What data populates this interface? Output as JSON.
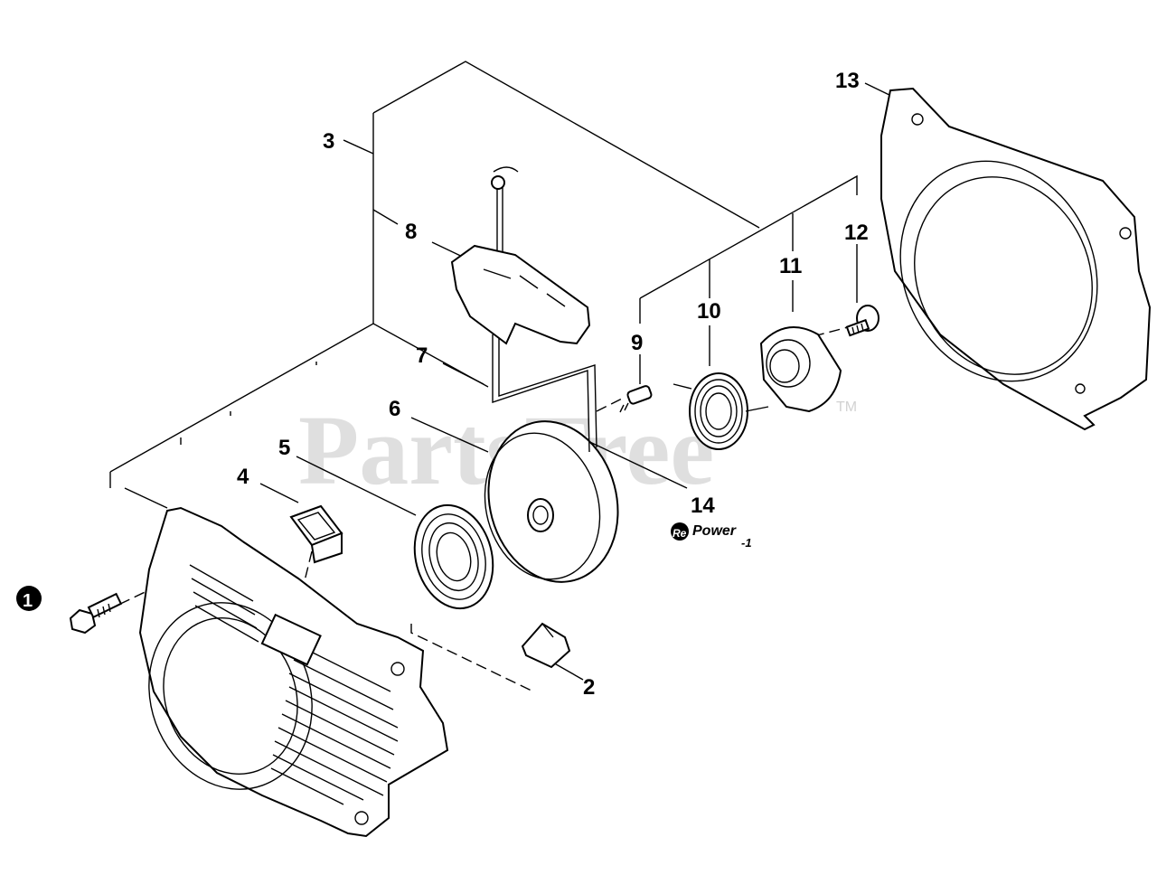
{
  "watermark": {
    "text": "PartsTree",
    "tm": "TM"
  },
  "badge": {
    "re": "Re",
    "power": "Power",
    "suffix": "-1"
  },
  "callouts": {
    "c1": "1",
    "c2": "2",
    "c3": "3",
    "c4": "4",
    "c5": "5",
    "c6": "6",
    "c7": "7",
    "c8": "8",
    "c9": "9",
    "c10": "10",
    "c11": "11",
    "c12": "12",
    "c13": "13",
    "c14": "14"
  }
}
